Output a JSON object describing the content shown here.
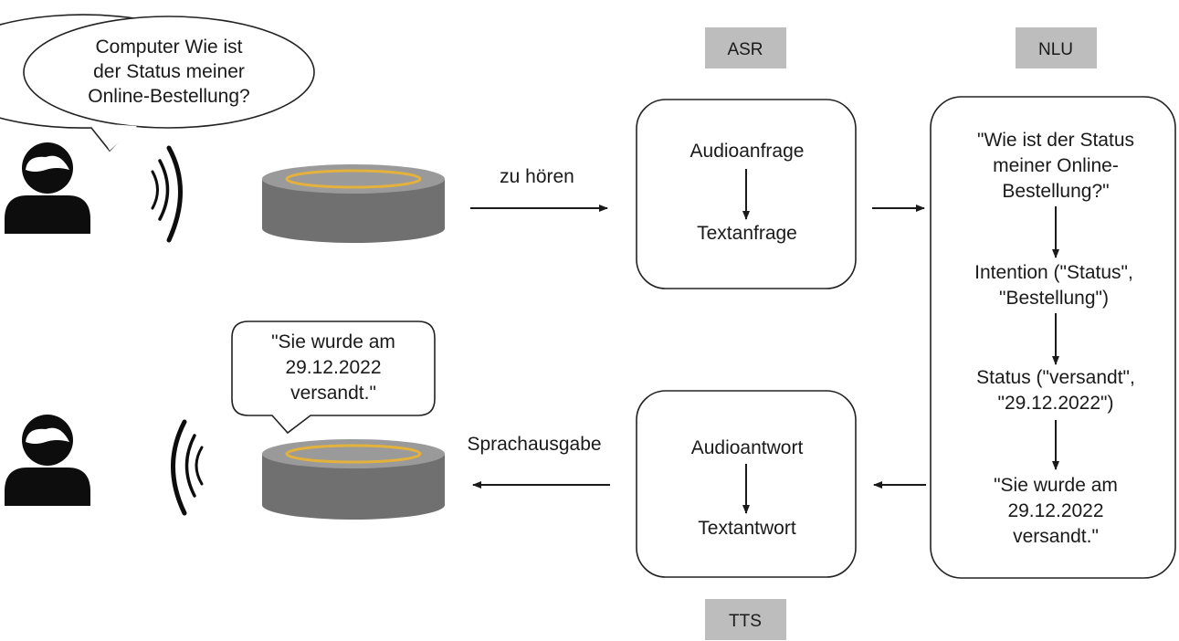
{
  "colors": {
    "tag_bg": "#bdbdbd",
    "box_stroke": "#222222",
    "speaker_body": "#707070",
    "speaker_top": "#9a9a9a",
    "speaker_ring": "#e3b23c",
    "person": "#0d0d0d"
  },
  "icons": {
    "user_top": "person-icon",
    "user_bottom": "person-icon",
    "speaker_top": "smart-speaker-icon",
    "speaker_bottom": "smart-speaker-icon",
    "waves_out": "sound-waves-icon",
    "waves_in": "sound-waves-icon"
  },
  "user_bubble": {
    "lines": [
      "Computer Wie ist",
      "der Status meiner",
      "Online-Bestellung?"
    ]
  },
  "speaker_bubble": {
    "lines": [
      "\"Sie wurde am",
      "29.12.2022",
      "versandt.\""
    ]
  },
  "labels": {
    "listen": "zu hören",
    "speech_output": "Sprachausgabe"
  },
  "asr": {
    "tag": "ASR",
    "from": "Audioanfrage",
    "to": "Textanfrage"
  },
  "tts": {
    "tag": "TTS",
    "from": "Audioantwort",
    "to": "Textantwort"
  },
  "nlu": {
    "tag": "NLU",
    "query": [
      "\"Wie ist der Status",
      "meiner Online-",
      "Bestellung?\""
    ],
    "intent": [
      "Intention (\"Status\",",
      "\"Bestellung\")"
    ],
    "status": [
      "Status (\"versandt\",",
      "\"29.12.2022\")"
    ],
    "answer": [
      "\"Sie wurde am",
      "29.12.2022",
      "versandt.\""
    ]
  }
}
